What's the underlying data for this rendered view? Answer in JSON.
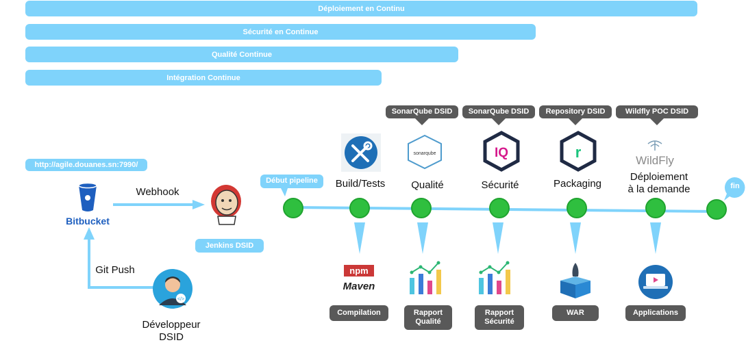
{
  "bars": {
    "deploiement": "Déploiement en Continu",
    "securite": "Sécurité en Continue",
    "qualite": "Qualité Continue",
    "integration": "Intégration Continue"
  },
  "source": {
    "url_label": "http://agile.douanes.sn:7990/",
    "logo_text": "Bitbucket",
    "webhook_label": "Webhook",
    "git_push_label": "Git Push",
    "developer_label_line1": "Développeur",
    "developer_label_line2": "DSID",
    "jenkins_label": "Jenkins DSID"
  },
  "pipeline": {
    "start_label": "Début pipeline",
    "end_label": "fin"
  },
  "stages": [
    {
      "name": "Build/Tests",
      "server": ""
    },
    {
      "name": "Qualité",
      "server": "SonarQube DSID",
      "logo_text": "sonarqube"
    },
    {
      "name": "Sécurité",
      "server": "SonarQube DSID",
      "logo_text": "IQ"
    },
    {
      "name": "Packaging",
      "server": "Repository DSID",
      "logo_text": "r"
    },
    {
      "name_line1": "Déploiement",
      "name_line2": "à la demande",
      "server": "Wildfly POC DSID",
      "logo_text": "WildFly"
    }
  ],
  "outputs": [
    {
      "label": "Compilation",
      "logo_npm": "npm",
      "logo_maven": "Maven"
    },
    {
      "label_line1": "Rapport",
      "label_line2": "Qualité"
    },
    {
      "label_line1": "Rapport",
      "label_line2": "Sécurité"
    },
    {
      "label": "WAR"
    },
    {
      "label": "Applications"
    }
  ],
  "colors": {
    "bar": "#7fd3fb",
    "node": "#2fbf3f",
    "dark_label": "#595959",
    "pipeline_line": "#7fd3fb"
  }
}
